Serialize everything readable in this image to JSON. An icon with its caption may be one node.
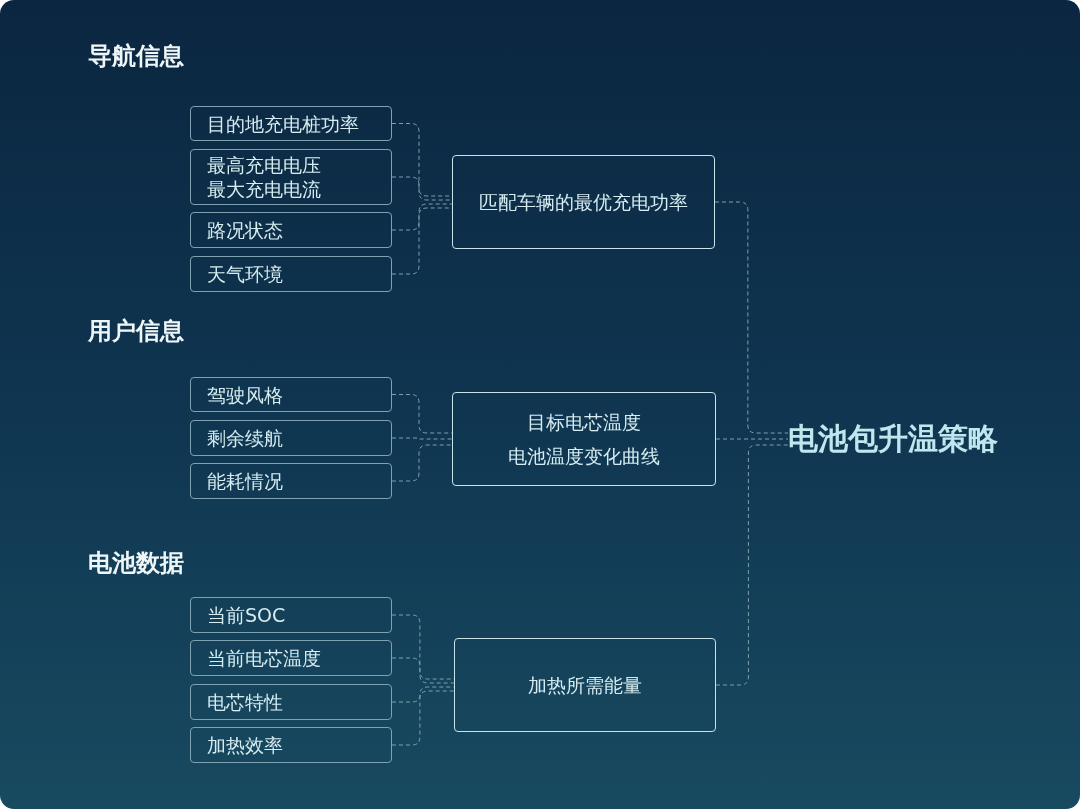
{
  "diagram": {
    "nodes": [
      {
        "text": [
          "目的地充电桩功率"
        ]
      },
      {
        "text": [
          "最高充电电压最大充电电流"
        ]
      },
      {
        "text": [
          "路况状态"
        ]
      },
      {
        "text": [
          "天气环境"
        ]
      },
      {
        "text": [
          "匹配车辆的最优充电功率"
        ]
      },
      {
        "text": [
          "驾驶风格"
        ]
      },
      {
        "text": [
          "剩余续航"
        ]
      },
      {
        "text": [
          "能耗情况"
        ]
      },
      {
        "text": [
          "目标电芯温度电池温度变化曲线"
        ]
      },
      {
        "text": [
          "当前SOC"
        ]
      },
      {
        "text": [
          "当前电芯温度"
        ]
      },
      {
        "text": [
          "电芯特性"
        ]
      },
      {
        "text": [
          "加热效率"
        ]
      },
      {
        "text": [
          "加热所需能量"
        ]
      },
      {
        "text": [
          "电池包升温策略"
        ]
      }
    ],
    "edges": [
      {
        "from": 0,
        "to": 4,
        "arrow": "none",
        "style": "dashed"
      },
      {
        "from": 1,
        "to": 4,
        "arrow": "none",
        "style": "dashed"
      },
      {
        "from": 2,
        "to": 4,
        "arrow": "none",
        "style": "dashed"
      },
      {
        "from": 3,
        "to": 4,
        "arrow": "none",
        "style": "dashed"
      },
      {
        "from": 5,
        "to": 8,
        "arrow": "none",
        "style": "dashed"
      },
      {
        "from": 6,
        "to": 8,
        "arrow": "none",
        "style": "dashed"
      },
      {
        "from": 7,
        "to": 8,
        "arrow": "none",
        "style": "dashed"
      },
      {
        "from": 9,
        "to": 13,
        "arrow": "none",
        "style": "dashed"
      },
      {
        "from": 10,
        "to": 13,
        "arrow": "none",
        "style": "dashed"
      },
      {
        "from": 11,
        "to": 13,
        "arrow": "none",
        "style": "dashed"
      },
      {
        "from": 12,
        "to": 13,
        "arrow": "none",
        "style": "dashed"
      },
      {
        "from": 4,
        "to": 14,
        "arrow": "none",
        "style": "dashed"
      },
      {
        "from": 8,
        "to": 14,
        "arrow": "none",
        "style": "dashed"
      },
      {
        "from": 13,
        "to": 14,
        "arrow": "none",
        "style": "dashed"
      }
    ],
    "labels": [
      "导航信息",
      "用户信息",
      "电池数据"
    ]
  }
}
